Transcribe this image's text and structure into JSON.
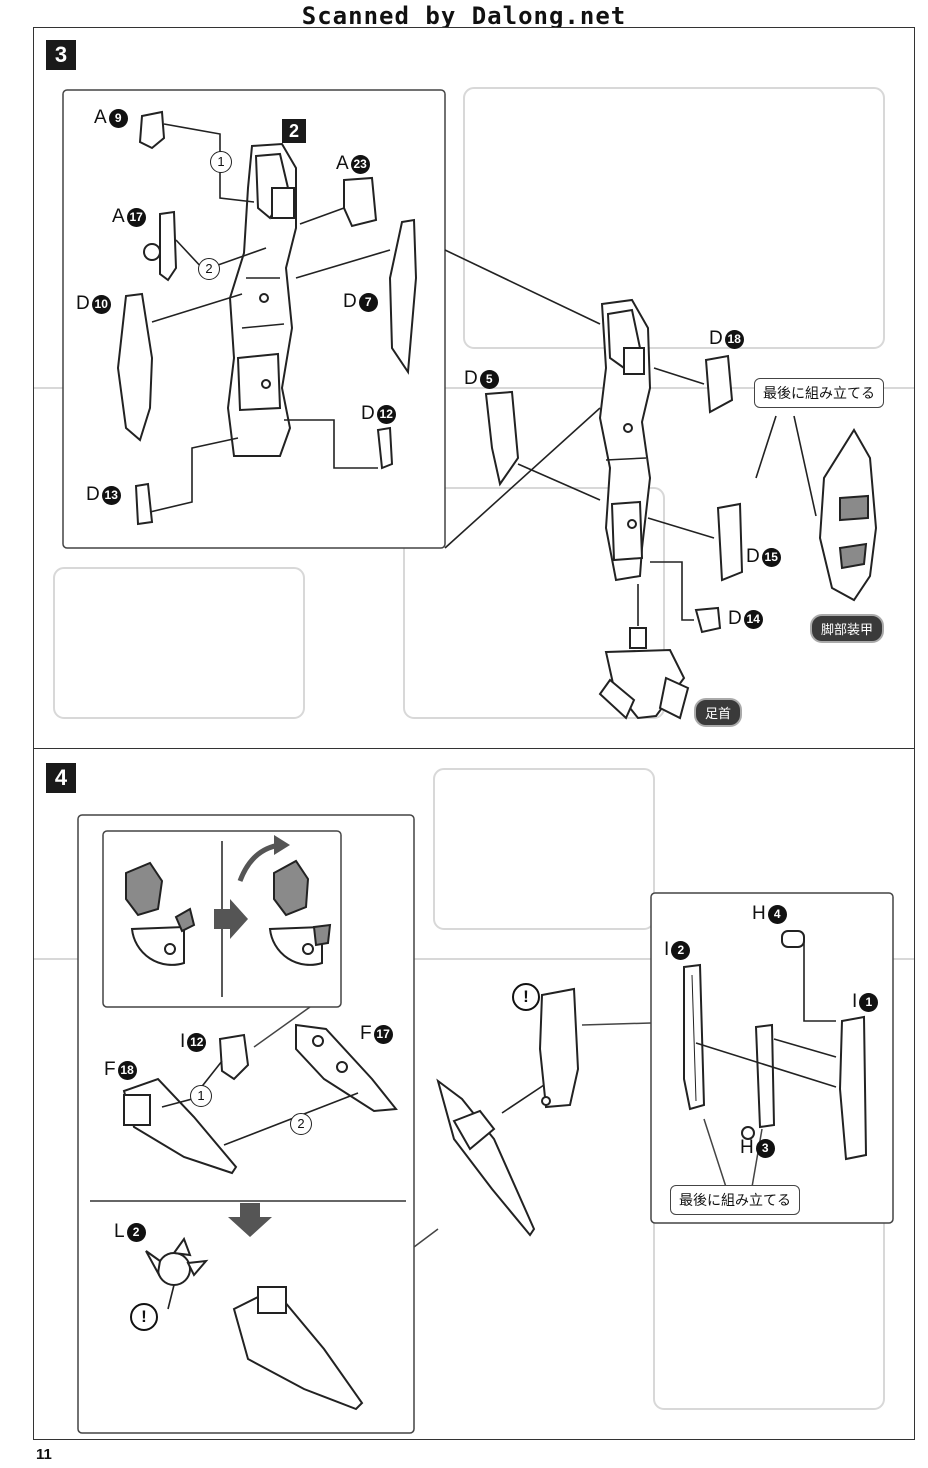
{
  "header": {
    "watermark": "Scanned by Dalong.net"
  },
  "page_number": "11",
  "step3": {
    "step": "3",
    "inset_step": "2",
    "callouts": {
      "a9": {
        "letter": "A",
        "num": "9"
      },
      "a23": {
        "letter": "A",
        "num": "23"
      },
      "a17": {
        "letter": "A",
        "num": "17"
      },
      "d10": {
        "letter": "D",
        "num": "10"
      },
      "d7": {
        "letter": "D",
        "num": "7"
      },
      "d12": {
        "letter": "D",
        "num": "12"
      },
      "d13": {
        "letter": "D",
        "num": "13"
      },
      "d5": {
        "letter": "D",
        "num": "5"
      },
      "d18": {
        "letter": "D",
        "num": "18"
      },
      "d15": {
        "letter": "D",
        "num": "15"
      },
      "d14": {
        "letter": "D",
        "num": "14"
      }
    },
    "order": {
      "first": "1",
      "second": "2"
    },
    "note_last": "最後に組み立てる",
    "leg_armor": "脚部装甲",
    "ankle": "足首"
  },
  "step4": {
    "step": "4",
    "callouts": {
      "i12": {
        "letter": "I",
        "num": "12"
      },
      "f17": {
        "letter": "F",
        "num": "17"
      },
      "f18": {
        "letter": "F",
        "num": "18"
      },
      "l2": {
        "letter": "L",
        "num": "2"
      },
      "h4": {
        "letter": "H",
        "num": "4"
      },
      "i2": {
        "letter": "I",
        "num": "2"
      },
      "i1": {
        "letter": "I",
        "num": "1"
      },
      "h3": {
        "letter": "H",
        "num": "3"
      }
    },
    "order": {
      "first": "1",
      "second": "2"
    },
    "note_last": "最後に組み立てる",
    "warning": "!"
  }
}
